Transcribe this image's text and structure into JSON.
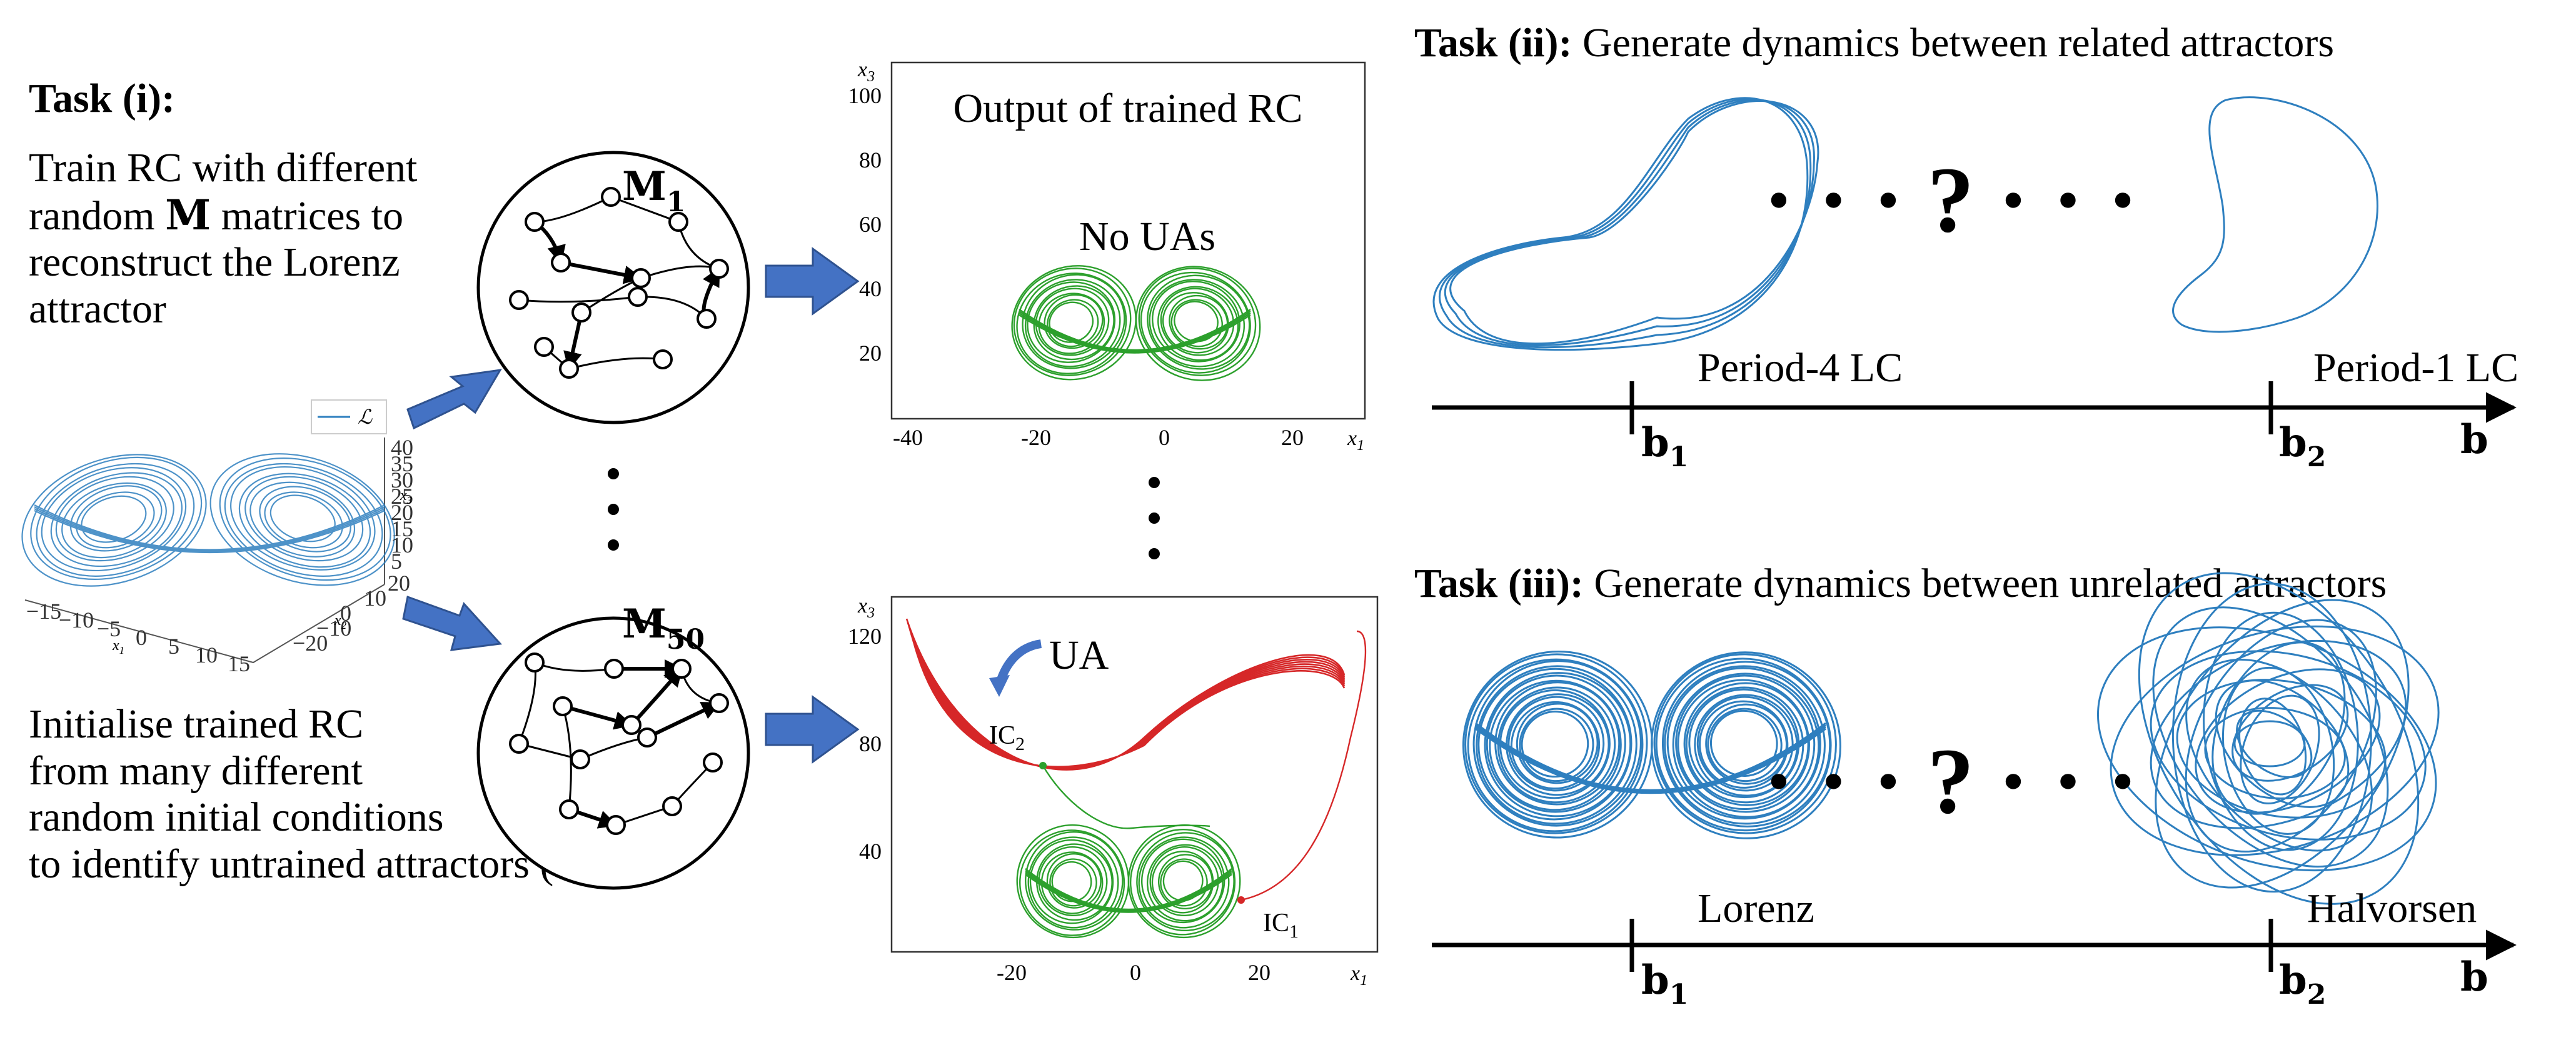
{
  "task_i": {
    "label": "Task (i):",
    "train_lines": [
      "Train RC with different",
      "random ",
      "M",
      " matrices to",
      "reconstruct the Lorenz",
      "attractor"
    ],
    "init_lines": [
      "Initialise trained RC",
      "from many different",
      "random initial conditions",
      "to identify untrained attractors (UAs)"
    ],
    "legend_label": "ℒ",
    "network_top_label": "M",
    "network_top_sub": "1",
    "network_bottom_label": "M",
    "network_bottom_sub": "50",
    "lorenz3d": {
      "x1_label": "x",
      "x1_sub": "1",
      "x2_label": "x",
      "x2_sub": "2",
      "x3_label": "x",
      "x3_sub": "3",
      "x1_ticks": [
        "−15",
        "−10",
        "−5",
        "0",
        "5",
        "10",
        "15"
      ],
      "x2_ticks": [
        "20",
        "10",
        "0",
        "−10",
        "−20"
      ],
      "x3_ticks": [
        "40",
        "35",
        "30",
        "25",
        "20",
        "15",
        "10",
        "5"
      ]
    }
  },
  "output_plot": {
    "title": "Output of trained RC",
    "annotation": "No UAs",
    "y_label": "x",
    "y_sub": "3",
    "x_label": "x",
    "x_sub": "1",
    "y_ticks": [
      "100",
      "80",
      "60",
      "40",
      "20"
    ],
    "x_ticks": [
      "-40",
      "-20",
      "0",
      "20"
    ]
  },
  "ua_plot": {
    "annotation": "UA",
    "ic1": "IC",
    "ic1_sub": "1",
    "ic2": "IC",
    "ic2_sub": "2",
    "y_label": "x",
    "y_sub": "3",
    "x_label": "x",
    "x_sub": "1",
    "y_ticks": [
      "120",
      "80",
      "40"
    ],
    "x_ticks": [
      "-20",
      "0",
      "20"
    ]
  },
  "task_ii": {
    "label": "Task (ii):",
    "description": " Generate dynamics between related attractors",
    "left_caption": "Period-4 LC",
    "right_caption": "Period-1 LC",
    "question": "· · · ? · · ·",
    "b1": "b",
    "b1_sub": "1",
    "b2": "b",
    "b2_sub": "2",
    "b": "b"
  },
  "task_iii": {
    "label": "Task (iii):",
    "description": " Generate dynamics between unrelated attractors",
    "left_caption": "Lorenz",
    "right_caption": "Halvorsen",
    "question": "· · · ? · · ·",
    "b1": "b",
    "b1_sub": "1",
    "b2": "b",
    "b2_sub": "2",
    "b": "b"
  },
  "colors": {
    "blue_attractor": "#2e7fbf",
    "green_attractor": "#2ca02c",
    "red_attractor": "#d62728",
    "arrow_fill": "#4472c4"
  }
}
